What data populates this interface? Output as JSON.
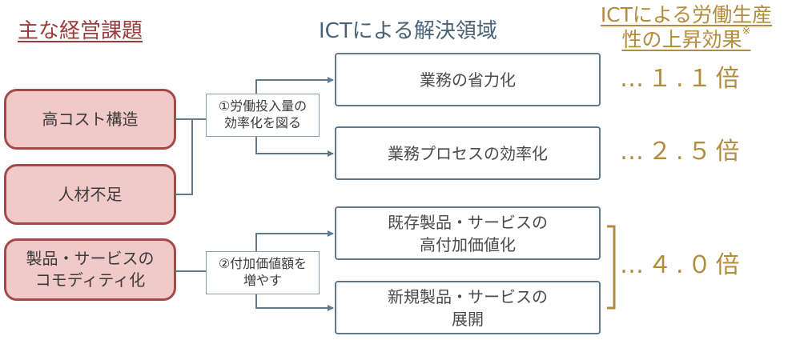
{
  "headers": {
    "issues": "主な経営課題",
    "ict_areas": "ICTによる解決領域",
    "effect_line1": "ICTによる労働生産",
    "effect_line2": "性の上昇効果",
    "effect_mark": "※"
  },
  "issues": [
    {
      "label": "高コスト構造"
    },
    {
      "label": "人材不足"
    },
    {
      "line1": "製品・サービスの",
      "line2": "コモディティ化"
    }
  ],
  "methods": [
    {
      "line1": "①労働投入量の",
      "line2": "効率化を図る"
    },
    {
      "line1": "②付加価値額を",
      "line2": "増やす"
    }
  ],
  "areas": [
    {
      "line1": "業務の省力化"
    },
    {
      "line1": "業務プロセスの効率化"
    },
    {
      "line1": "既存製品・サービスの",
      "line2": "高付加価値化"
    },
    {
      "line1": "新規製品・サービスの",
      "line2": "展開"
    }
  ],
  "effects": [
    "…１.１倍",
    "…２.５倍",
    "…４.０倍"
  ],
  "colors": {
    "issue_fill": "#f1c9c8",
    "issue_border": "#a24a49",
    "area_border": "#5f7a8f",
    "connector": "#5f7a8f",
    "effect_text": "#b38b3c",
    "issues_header": "#9b3b3b",
    "ict_header": "#4a6276"
  }
}
